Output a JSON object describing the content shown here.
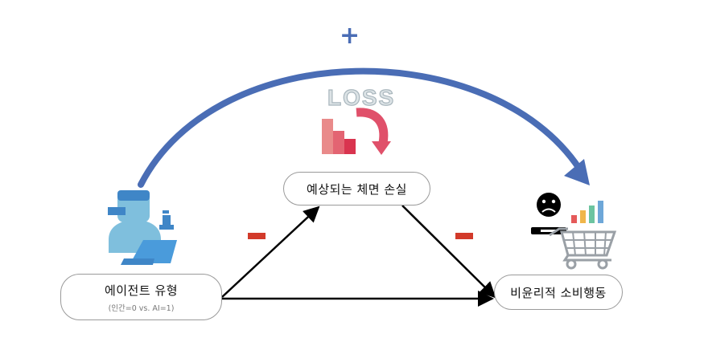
{
  "nodes": {
    "agent": {
      "label": "에이전트 유형",
      "sub": "(인간=0 vs. AI=1)"
    },
    "loss": {
      "label": "예상되는 체면 손실"
    },
    "unethical": {
      "label": "비윤리적 소비행동"
    }
  },
  "edge_signs": {
    "positive": "+",
    "negative_1": "−",
    "negative_2": "−"
  },
  "icon_text": {
    "loss": "LOSS"
  },
  "colors": {
    "arc": "#4a6db5",
    "arrow": "#000000",
    "minus": "#d23a2a"
  }
}
